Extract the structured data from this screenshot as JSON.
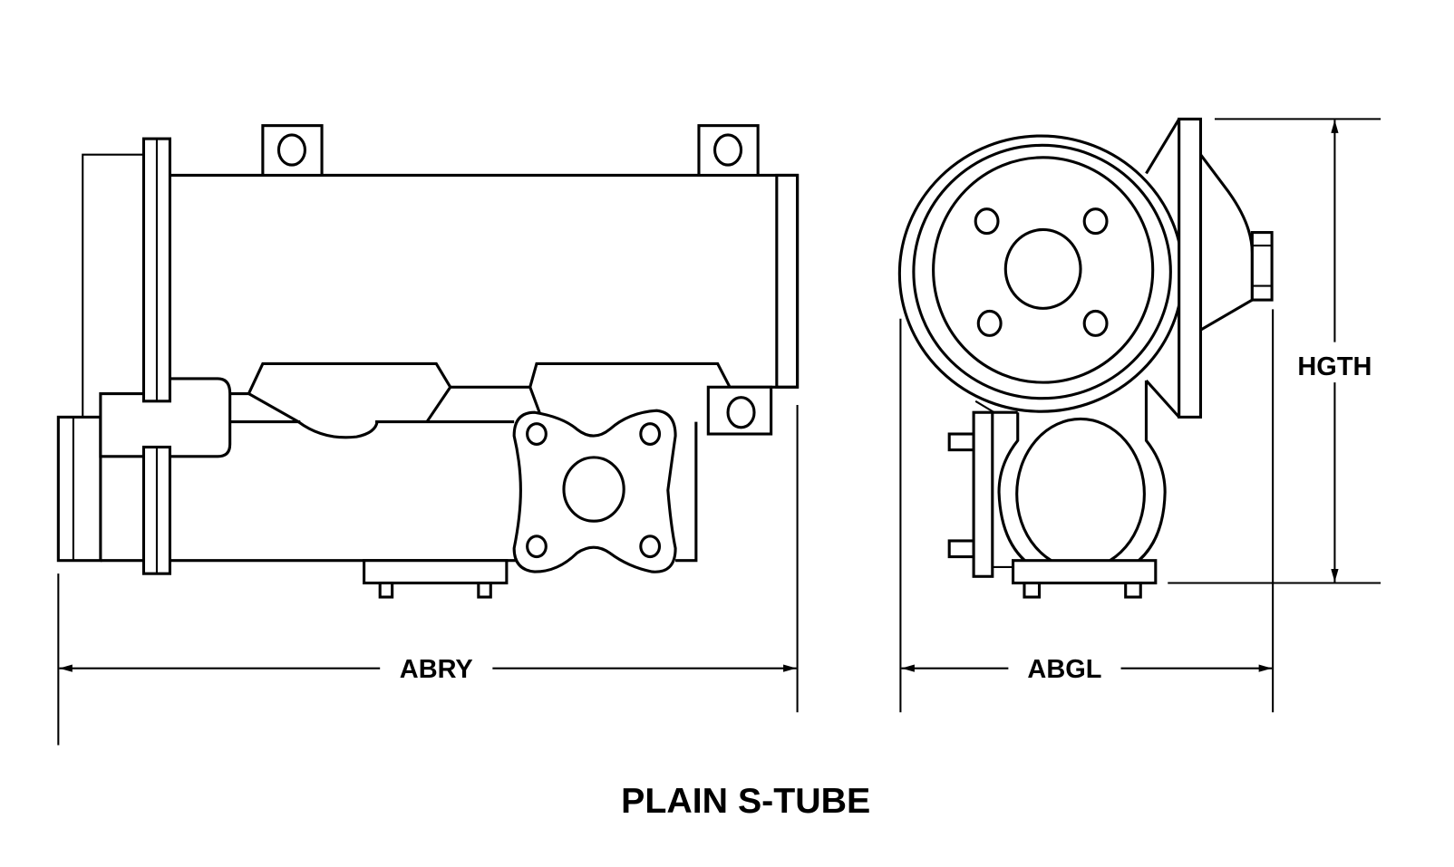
{
  "diagram": {
    "title": "PLAIN S-TUBE",
    "dimensions": {
      "length_label": "ABRY",
      "width_label": "ABGL",
      "height_label": "HGTH"
    },
    "colors": {
      "line": "#000000",
      "background": "#ffffff"
    }
  }
}
